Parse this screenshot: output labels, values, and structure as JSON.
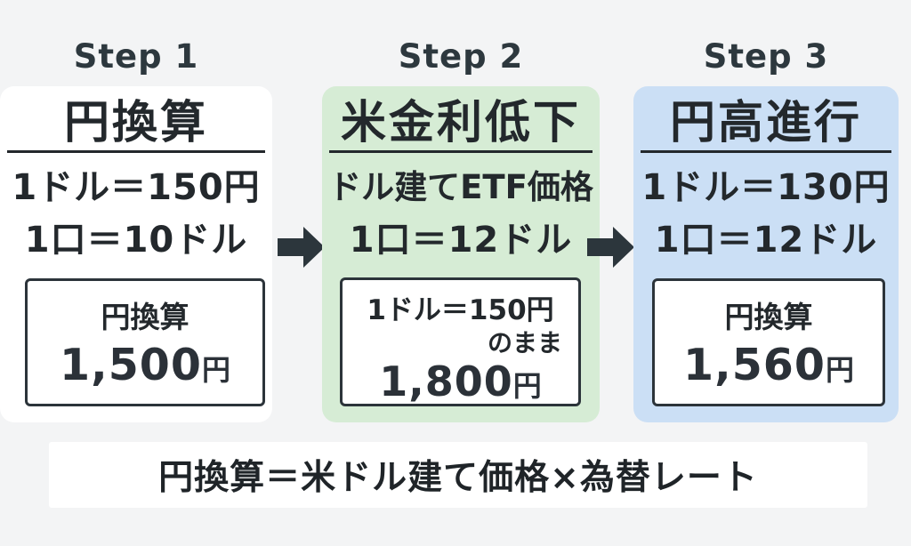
{
  "page": {
    "background_color": "#f3f4f5",
    "text_color": "#23282c",
    "arrow_color": "#2c363c"
  },
  "steps": [
    {
      "label": "Step 1",
      "panel_color": "#ffffff",
      "title": "円換算",
      "line1": "1ドル＝150円",
      "line2": "1口＝10ドル",
      "box": {
        "title": "円換算",
        "value": "1,500",
        "unit": "円"
      }
    },
    {
      "label": "Step 2",
      "panel_color": "#d6ecd5",
      "title": "米金利低下",
      "line1": "ドル建てETF価格",
      "line2": "1口＝12ドル",
      "box": {
        "note_line1": "1ドル＝150円",
        "note_line2": "のまま",
        "value": "1,800",
        "unit": "円"
      }
    },
    {
      "label": "Step 3",
      "panel_color": "#cbdff5",
      "title": "円高進行",
      "line1": "1ドル＝130円",
      "line2": "1口＝12ドル",
      "box": {
        "title": "円換算",
        "value": "1,560",
        "unit": "円"
      }
    }
  ],
  "formula": "円換算＝米ドル建て価格×為替レート"
}
